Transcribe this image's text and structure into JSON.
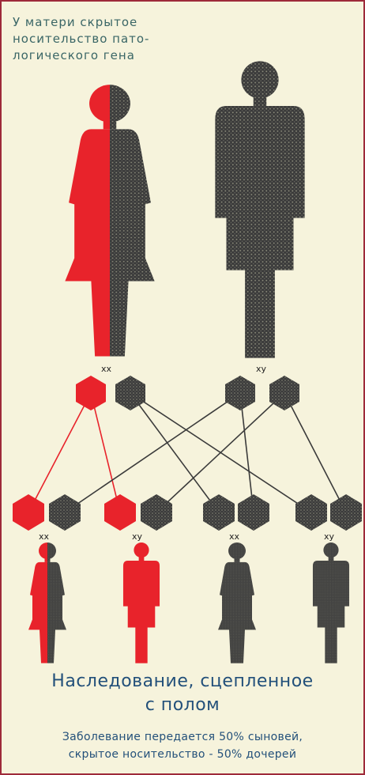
{
  "caption": {
    "intro": "У матери скрытое\nносительство пато-\nлогического гена",
    "title_line1": "Наследование, сцепленное",
    "title_line2": "с полом",
    "subtitle_line1": "Заболевание передается 50% сыновей,",
    "subtitle_line2": "скрытое носительство - 50% дочерей"
  },
  "parents": {
    "mother": {
      "genotype": "xx",
      "status": "carrier"
    },
    "father": {
      "genotype": "xy",
      "status": "healthy"
    }
  },
  "children": [
    {
      "genotype": "xx",
      "sex": "female",
      "status": "carrier"
    },
    {
      "genotype": "xy",
      "sex": "male",
      "status": "affected"
    },
    {
      "genotype": "xx",
      "sex": "female",
      "status": "healthy"
    },
    {
      "genotype": "xy",
      "sex": "male",
      "status": "healthy"
    }
  ],
  "colors": {
    "affected": "#e8232b",
    "healthy": "#3b3b3b",
    "background": "#f6f3dc",
    "text": "#23507a",
    "border": "#9e2a3a"
  }
}
